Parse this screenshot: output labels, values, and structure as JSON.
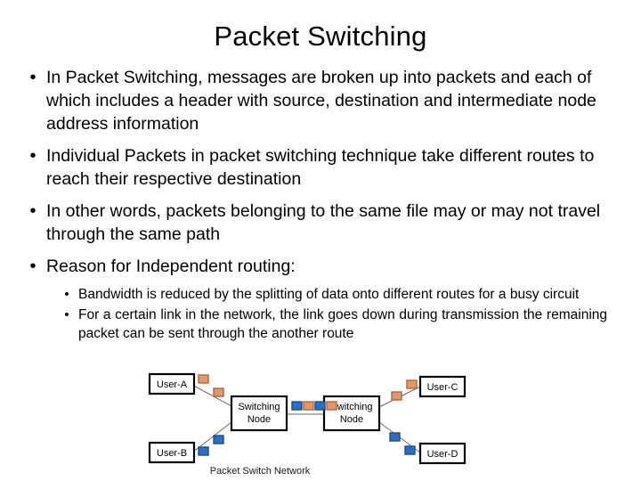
{
  "slide": {
    "title": "Packet Switching",
    "bullets": [
      "In Packet Switching, messages are broken up into packets and each of which includes a header  with source, destination and intermediate node address information",
      "Individual Packets in packet switching technique take different routes to reach their respective destination",
      "In other words, packets belonging to the same file may or may not travel through the same path",
      "Reason for Independent routing:"
    ],
    "sub_bullets": [
      "Bandwidth is reduced by the splitting of data onto different routes for a busy circuit",
      "For a certain link in the network, the link goes down during transmission the remaining packet can be sent through the another route"
    ],
    "bullet_marker": "•"
  },
  "diagram": {
    "caption": "Packet Switch Network",
    "nodes": {
      "user_a": "User-A",
      "user_b": "User-B",
      "user_c": "User-C",
      "user_d": "User-D",
      "switch_left_line1": "Switching",
      "switch_left_line2": "Node",
      "switch_right_line1": "Switching",
      "switch_right_line2": "Node"
    },
    "colors": {
      "packet_orange": "#e0996c",
      "packet_orange_border": "#b2663a",
      "packet_blue": "#2c6fc0",
      "packet_blue_border": "#1c4d8c",
      "box_border": "#000000",
      "link_line": "#6a6a6a"
    },
    "packets": {
      "user_a_to_switch": [
        "orange",
        "orange"
      ],
      "user_b_to_switch": [
        "blue",
        "blue"
      ],
      "between_switches": [
        "blue",
        "orange",
        "blue",
        "orange"
      ],
      "switch_to_user_c": [
        "orange",
        "orange"
      ],
      "switch_to_user_d": [
        "blue",
        "blue"
      ]
    }
  }
}
